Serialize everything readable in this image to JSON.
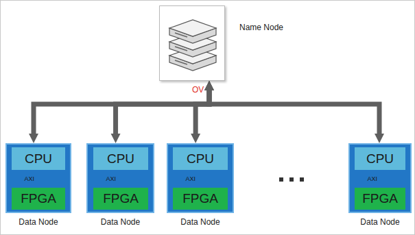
{
  "diagram": {
    "nodes": [
      {
        "text": [
          "Name Node"
        ]
      },
      {
        "text": [
          "Data Node"
        ]
      },
      {
        "text": [
          "CPU"
        ],
        "in": 1
      },
      {
        "text": [
          "FPGA"
        ],
        "in": 1
      },
      {
        "text": [
          "Data Node"
        ]
      },
      {
        "text": [
          "CPU"
        ],
        "in": 4
      },
      {
        "text": [
          "FPGA"
        ],
        "in": 4
      },
      {
        "text": [
          "Data Node"
        ]
      },
      {
        "text": [
          "CPU"
        ],
        "in": 7
      },
      {
        "text": [
          "FPGA"
        ],
        "in": 7
      },
      {
        "text": [
          "Data Node"
        ]
      },
      {
        "text": [
          "CPU"
        ],
        "in": 10
      },
      {
        "text": [
          "FPGA"
        ],
        "in": 10
      }
    ],
    "edges": [
      {
        "from": 0,
        "to": 1,
        "arrow": "both"
      },
      {
        "from": 0,
        "to": 4,
        "arrow": "both"
      },
      {
        "from": 0,
        "to": 7,
        "arrow": "both"
      },
      {
        "from": 0,
        "to": 10,
        "arrow": "both"
      },
      {
        "from": 2,
        "to": 3,
        "label": "AXI",
        "arrow": "both"
      },
      {
        "from": 5,
        "to": 6,
        "label": "AXI",
        "arrow": "both"
      },
      {
        "from": 8,
        "to": 9,
        "label": "AXI",
        "arrow": "both"
      },
      {
        "from": 11,
        "to": 12,
        "label": "AXI",
        "arrow": "both"
      }
    ],
    "labels": [
      "OV"
    ]
  }
}
